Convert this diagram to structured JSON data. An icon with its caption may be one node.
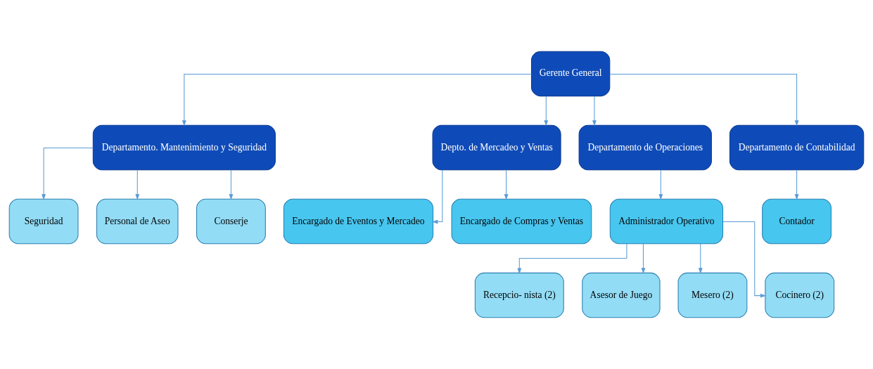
{
  "diagram": {
    "nodes": [
      {
        "text": [
          "Gerente General"
        ]
      },
      {
        "text": [
          "Departamento. Mantenimiento y Seguridad"
        ]
      },
      {
        "text": [
          "Depto. de Mercadeo y Ventas"
        ]
      },
      {
        "text": [
          "Departamento de Operaciones"
        ]
      },
      {
        "text": [
          "Departamento de Contabilidad"
        ]
      },
      {
        "text": [
          "Encargado de Eventos y Mercadeo"
        ]
      },
      {
        "text": [
          "Encargado de Compras y Ventas"
        ]
      },
      {
        "text": [
          "Administrador Operativo"
        ]
      },
      {
        "text": [
          "Contador"
        ]
      },
      {
        "text": [
          "Seguridad"
        ]
      },
      {
        "text": [
          "Personal de Aseo"
        ]
      },
      {
        "text": [
          "Conserje"
        ]
      },
      {
        "text": [
          "Recepcio- nista (2)"
        ]
      },
      {
        "text": [
          "Asesor de Juego"
        ]
      },
      {
        "text": [
          "Mesero (2)"
        ]
      },
      {
        "text": [
          "Cocinero (2)"
        ]
      }
    ],
    "edges": [
      {
        "from": 0,
        "to": 1,
        "arrow": "to"
      },
      {
        "from": 0,
        "to": 2,
        "arrow": "to"
      },
      {
        "from": 0,
        "to": 3,
        "arrow": "to"
      },
      {
        "from": 0,
        "to": 4,
        "arrow": "to"
      },
      {
        "from": 2,
        "to": 5,
        "arrow": "to"
      },
      {
        "from": 2,
        "to": 6,
        "arrow": "to"
      },
      {
        "from": 3,
        "to": 7,
        "arrow": "to"
      },
      {
        "from": 4,
        "to": 8,
        "arrow": "to"
      },
      {
        "from": 1,
        "to": 9,
        "arrow": "to"
      },
      {
        "from": 1,
        "to": 10,
        "arrow": "to"
      },
      {
        "from": 1,
        "to": 11,
        "arrow": "to"
      },
      {
        "from": 7,
        "to": 12,
        "arrow": "to"
      },
      {
        "from": 7,
        "to": 13,
        "arrow": "to"
      },
      {
        "from": 7,
        "to": 14,
        "arrow": "to"
      },
      {
        "from": 7,
        "to": 15,
        "arrow": "to"
      }
    ]
  }
}
